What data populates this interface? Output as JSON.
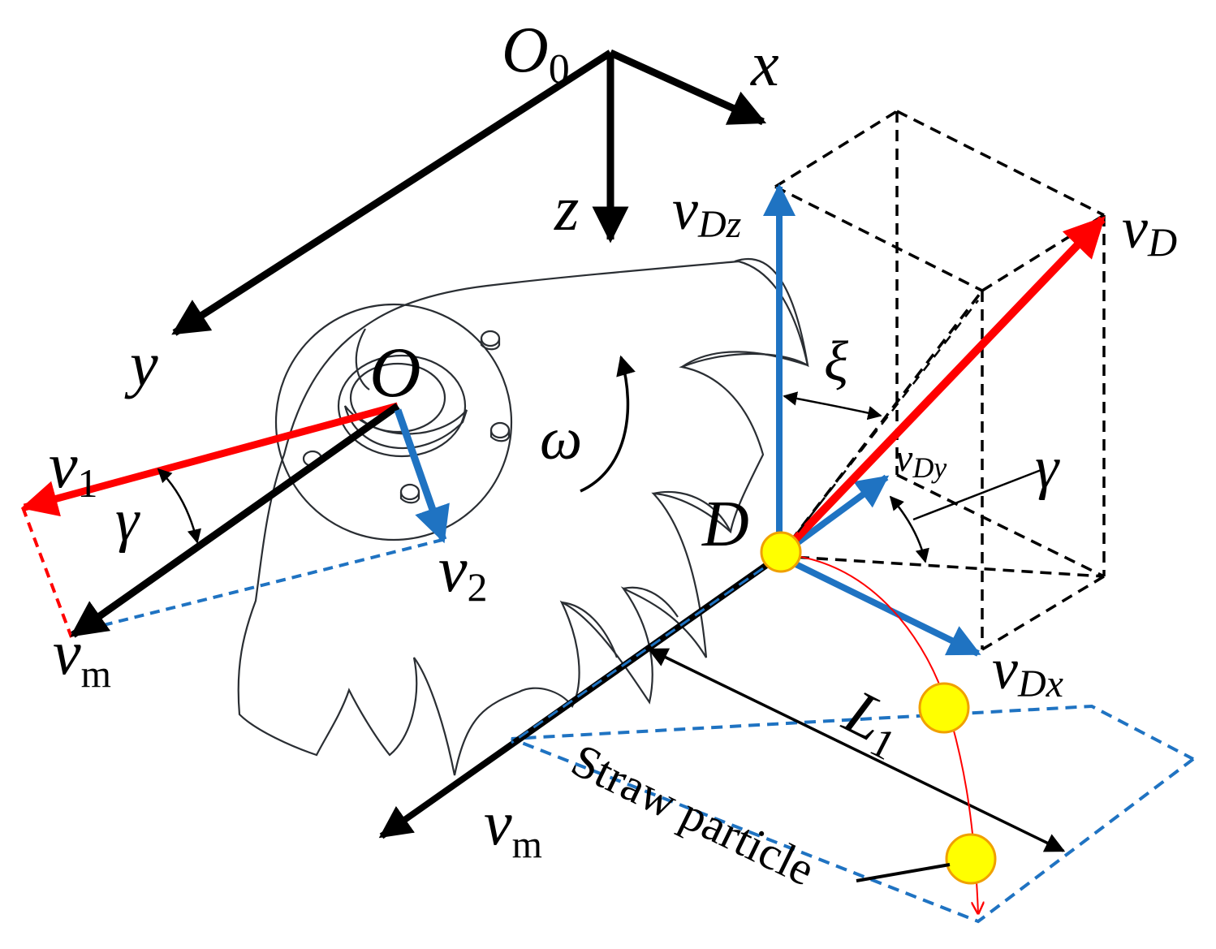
{
  "diagram": {
    "colors": {
      "black": "#000000",
      "red": "#ff0000",
      "blue": "#1f73c2",
      "particle_fill": "#ffff00",
      "particle_stroke": "#f0a000"
    },
    "labels": {
      "origin_frame": "O",
      "origin_frame_sub": "0",
      "x_axis": "x",
      "y_axis": "y",
      "z_axis": "z",
      "center": "O",
      "omega": "ω",
      "v1": "v",
      "v1_sub": "1",
      "v2": "v",
      "v2_sub": "2",
      "gamma_left": "γ",
      "vm_left": "v",
      "vm_left_sub": "m",
      "vm_bottom": "v",
      "vm_bottom_sub": "m",
      "point_d": "D",
      "vdz": "v",
      "vdz_sub": "Dz",
      "vd": "v",
      "vd_sub": "D",
      "xi": "ξ",
      "vdy": "v",
      "vdy_sub": "Dy",
      "gamma_right": "γ",
      "vdx": "v",
      "vdx_sub": "Dx",
      "l1": "L",
      "l1_sub": "1",
      "straw_particle": "Straw particle"
    }
  }
}
